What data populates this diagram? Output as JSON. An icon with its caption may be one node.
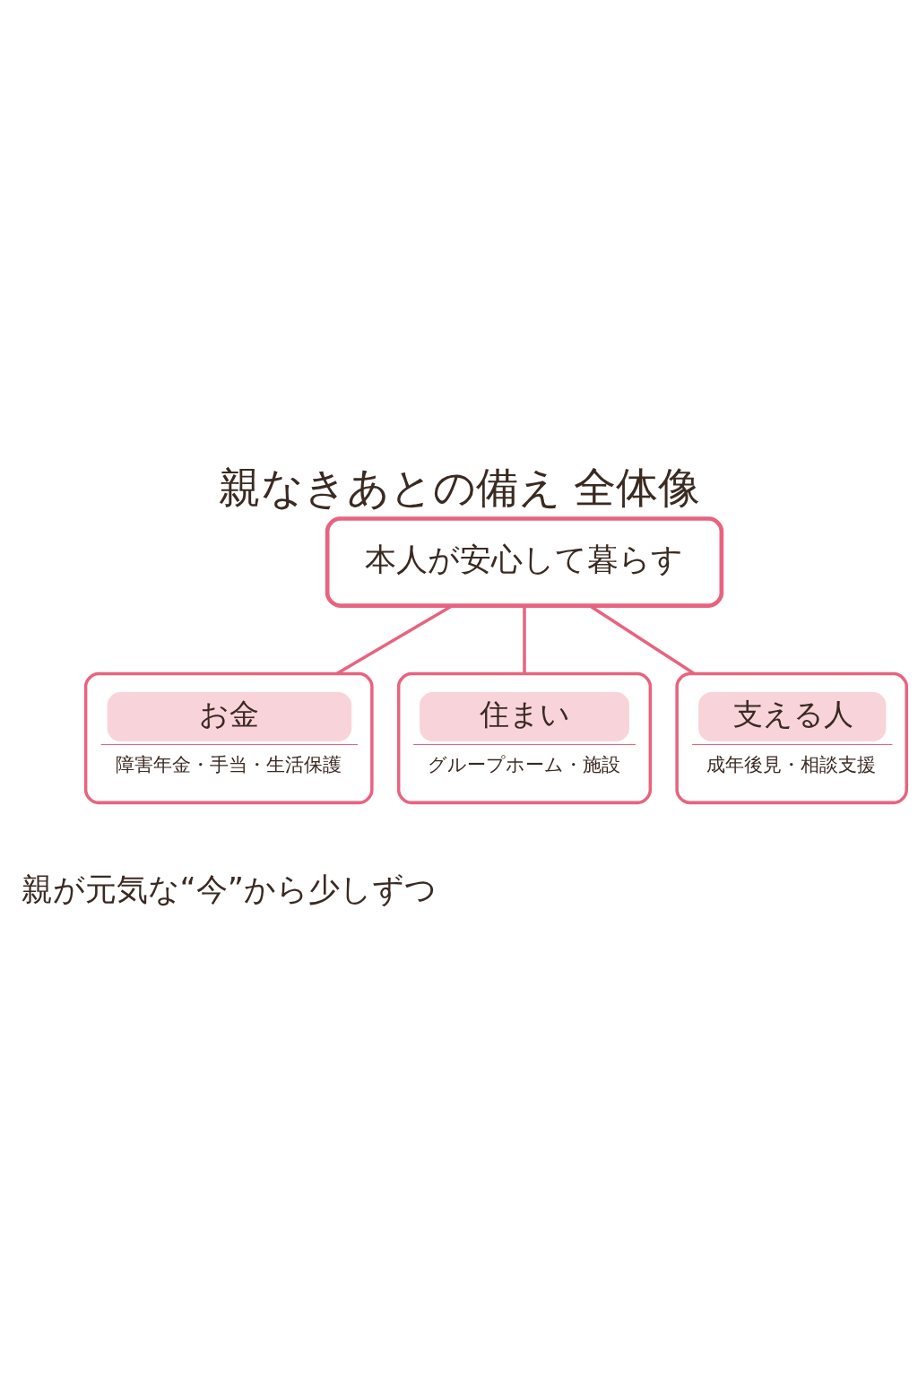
{
  "diagram": {
    "title": "親なきあとの備え 全体像",
    "caption": "親が元気な“今”から少しずつ",
    "nodes": [
      {
        "text": [
          "本人が安心して暮らす"
        ]
      },
      {
        "text": [
          "お金",
          "障害年金・手当・生活保護"
        ]
      },
      {
        "text": [
          "住まい",
          "グループホーム・施設"
        ]
      },
      {
        "text": [
          "支える人",
          "成年後見・相談支援"
        ]
      }
    ],
    "edges": [
      {
        "from": 0,
        "to": 1,
        "arrow": "none"
      },
      {
        "from": 0,
        "to": 2,
        "arrow": "none"
      },
      {
        "from": 0,
        "to": 3,
        "arrow": "none"
      }
    ]
  }
}
